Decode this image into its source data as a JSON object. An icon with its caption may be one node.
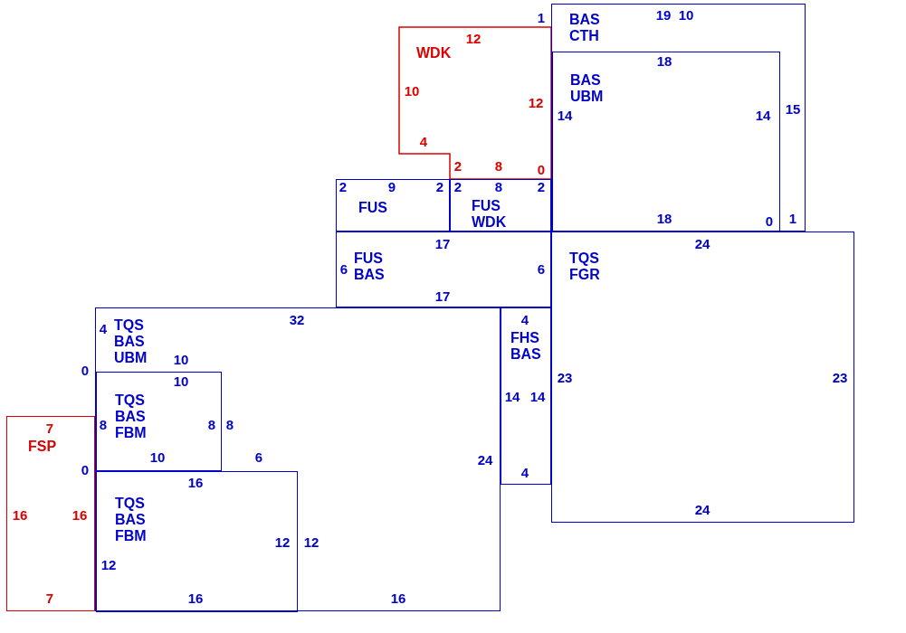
{
  "diagram": {
    "nodes": [
      {
        "text": [
          "WDK"
        ]
      },
      {
        "text": [
          "BAS CTH"
        ]
      },
      {
        "text": [
          "BAS UBM"
        ],
        "in": 1
      },
      {
        "text": [
          "FUS"
        ]
      },
      {
        "text": [
          "FUS WDK"
        ]
      },
      {
        "text": [
          "FUS BAS"
        ]
      },
      {
        "text": [
          "TQS FGR"
        ]
      },
      {
        "text": [
          "TQS BAS UBM"
        ]
      },
      {
        "text": [
          "FHS BAS"
        ]
      },
      {
        "text": [
          "TQS BAS FBM"
        ],
        "in": 7
      },
      {
        "text": [
          "FSP"
        ]
      },
      {
        "text": [
          "TQS BAS FBM"
        ],
        "in": 7
      }
    ],
    "labels": [
      "1",
      "19",
      "10",
      "12",
      "18",
      "10",
      "12",
      "14",
      "14",
      "15",
      "4",
      "2",
      "8",
      "0",
      "2",
      "9",
      "2",
      "2",
      "8",
      "2",
      "18",
      "0",
      "1",
      "17",
      "24",
      "6",
      "6",
      "17",
      "32",
      "4",
      "4",
      "10",
      "0",
      "10",
      "23",
      "23",
      "14",
      "14",
      "7",
      "8",
      "8",
      "8",
      "10",
      "6",
      "0",
      "24",
      "16",
      "4",
      "16",
      "16",
      "12",
      "12",
      "12",
      "24",
      "7",
      "16",
      "16"
    ]
  }
}
